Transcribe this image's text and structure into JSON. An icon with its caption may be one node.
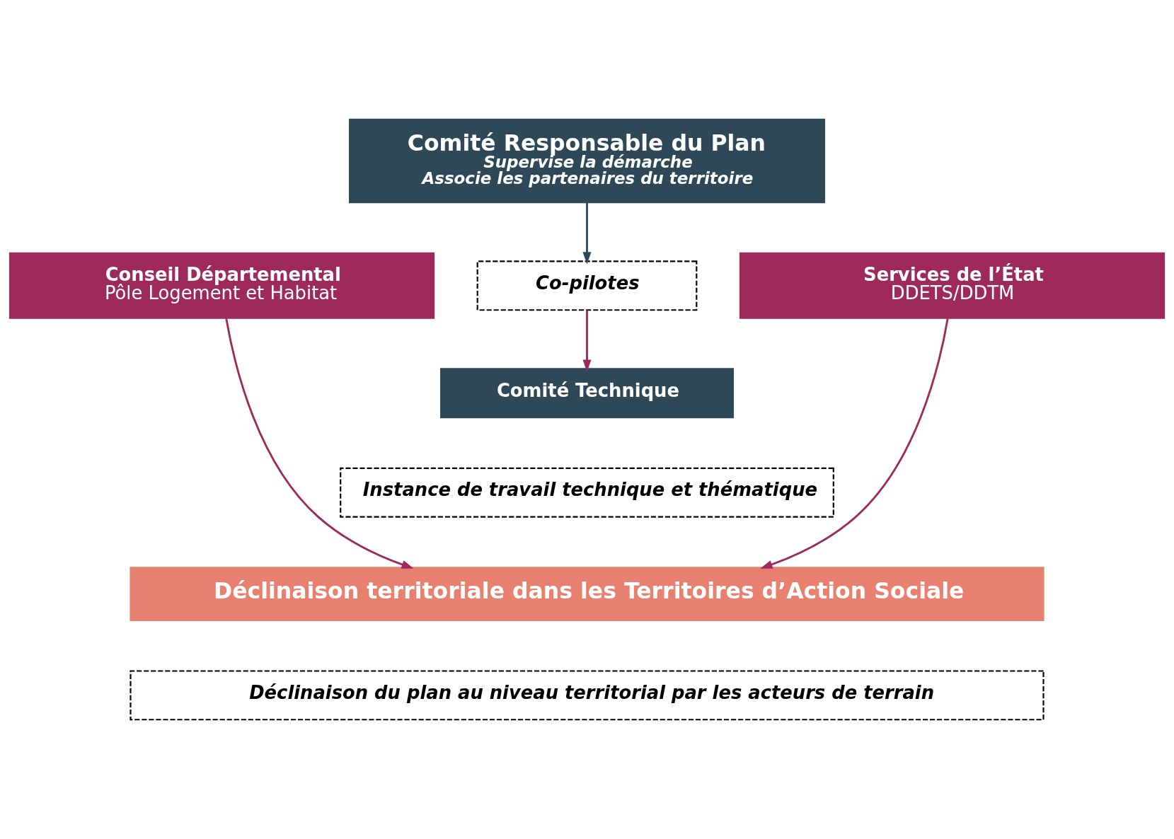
{
  "diagram": {
    "nodes": [
      {
        "text": [
          "Comité Responsable du Plan",
          "Supervise la démarche",
          "Associe les partenaires du territoire"
        ]
      },
      {
        "text": [
          "Conseil Départemental",
          "Pôle Logement et Habitat"
        ]
      },
      {
        "text": [
          "Co-pilotes"
        ]
      },
      {
        "text": [
          "Services de l’État",
          "DDETS/DDTM"
        ]
      },
      {
        "text": [
          "Comité Technique"
        ]
      },
      {
        "text": [
          "Instance de travail technique et thématique"
        ]
      },
      {
        "text": [
          "Déclinaison territoriale dans les Territoires d’Action Sociale"
        ]
      },
      {
        "text": [
          "Déclinaison du plan au niveau territorial par les acteurs de terrain"
        ]
      }
    ],
    "edges": [
      {
        "from": 0,
        "to": 2,
        "arrow": "to",
        "color": "#2f4858"
      },
      {
        "from": 2,
        "to": 4,
        "arrow": "to"
      },
      {
        "from": 1,
        "to": 6,
        "arrow": "to"
      },
      {
        "from": 3,
        "to": 6,
        "arrow": "to"
      }
    ]
  }
}
